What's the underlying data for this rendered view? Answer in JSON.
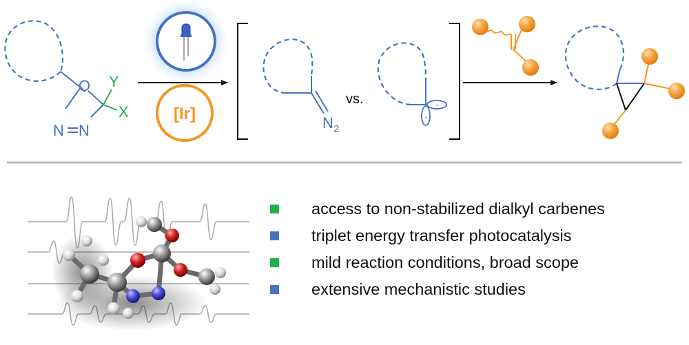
{
  "scheme": {
    "reagent_labels": {
      "O": "O",
      "Y": "Y",
      "X": "X",
      "N1": "N",
      "N2": "N"
    },
    "catalyst_label": "[Ir]",
    "intermediate_label": "N",
    "intermediate_subscript": "2",
    "versus_label": "vs.",
    "radical_dots": {
      "top": "·",
      "bottom": "·"
    }
  },
  "colors": {
    "reactant_blue": "#4472c4",
    "substituent_green": "#22b04b",
    "catalyst_orange": "#f5961e",
    "light_blue": "#4a6fd0",
    "divider_gray": "#bbbbbb",
    "square_green": "#22b04b",
    "square_blue": "#4472c4"
  },
  "icons": [
    "led-icon",
    "cyclopropane-product",
    "alkene-reagent",
    "epr-spectra-3d-model"
  ],
  "highlights": [
    {
      "label": "access to non-stabilized dialkyl carbenes",
      "color": "#22b04b"
    },
    {
      "label": "triplet energy transfer photocatalysis",
      "color": "#4472c4"
    },
    {
      "label": "mild reaction conditions, broad scope",
      "color": "#22b04b"
    },
    {
      "label": "extensive mechanistic studies",
      "color": "#4472c4"
    }
  ]
}
